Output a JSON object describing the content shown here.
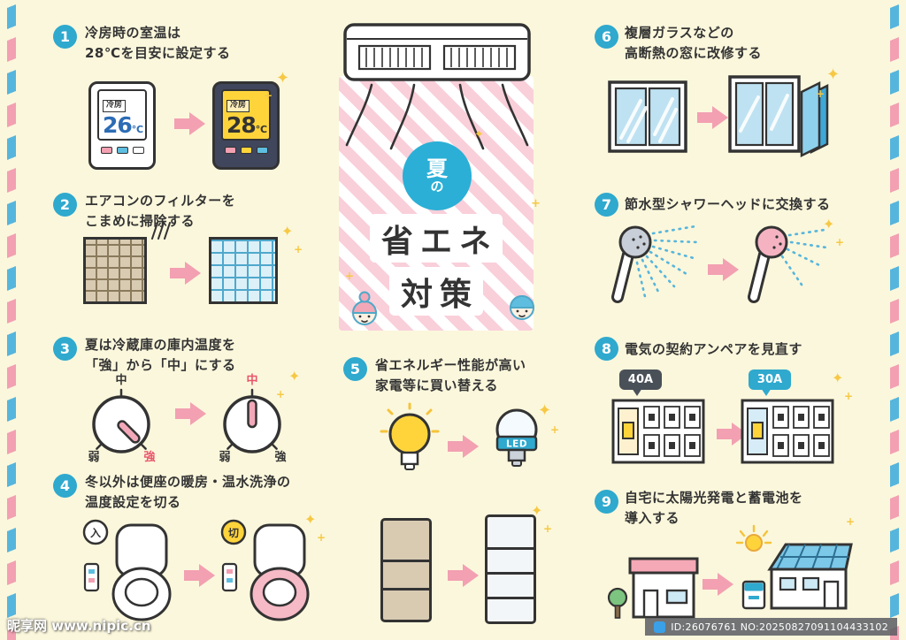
{
  "title": {
    "circle_top": "夏",
    "circle_bottom": "の",
    "line1": "省エネ",
    "line2": "対策"
  },
  "items": [
    {
      "num": "1",
      "line1": "冷房時の室温は",
      "line2": "28℃を目安に設定する"
    },
    {
      "num": "2",
      "line1": "エアコンのフィルターを",
      "line2": "こまめに掃除する"
    },
    {
      "num": "3",
      "line1": "夏は冷蔵庫の庫内温度を",
      "line2": "「強」から「中」にする"
    },
    {
      "num": "4",
      "line1": "冬以外は便座の暖房・温水洗浄の",
      "line2": "温度設定を切る"
    },
    {
      "num": "5",
      "line1": "省エネルギー性能が高い",
      "line2": "家電等に買い替える"
    },
    {
      "num": "6",
      "line1": "複層ガラスなどの",
      "line2": "高断熱の窓に改修する"
    },
    {
      "num": "7",
      "line1": "節水型シャワーヘッドに交換する",
      "line2": ""
    },
    {
      "num": "8",
      "line1": "電気の契約アンペアを見直す",
      "line2": ""
    },
    {
      "num": "9",
      "line1": "自宅に太陽光発電と蓄電池を",
      "line2": "導入する"
    }
  ],
  "labels": {
    "mode": "冷房",
    "temp_before": "26",
    "temp_after": "28",
    "deg": "℃",
    "dial_low": "弱",
    "dial_mid": "中",
    "dial_high": "強",
    "power_on": "入",
    "power_off": "切",
    "led": "LED",
    "amp_before": "40A",
    "amp_after": "30A"
  },
  "icons": {
    "sparkle": "✦",
    "plus": "+"
  },
  "colors": {
    "badge_blue": "#2FA9CE",
    "arrow_pink": "#F2A0B2",
    "stripe_pink": "#F9CFDA",
    "background": "#FBF7DC"
  },
  "footer": {
    "watermark": "昵享网 www.nipic.cn",
    "id_text": "ID:26076761 NO:20250827091104433102"
  }
}
